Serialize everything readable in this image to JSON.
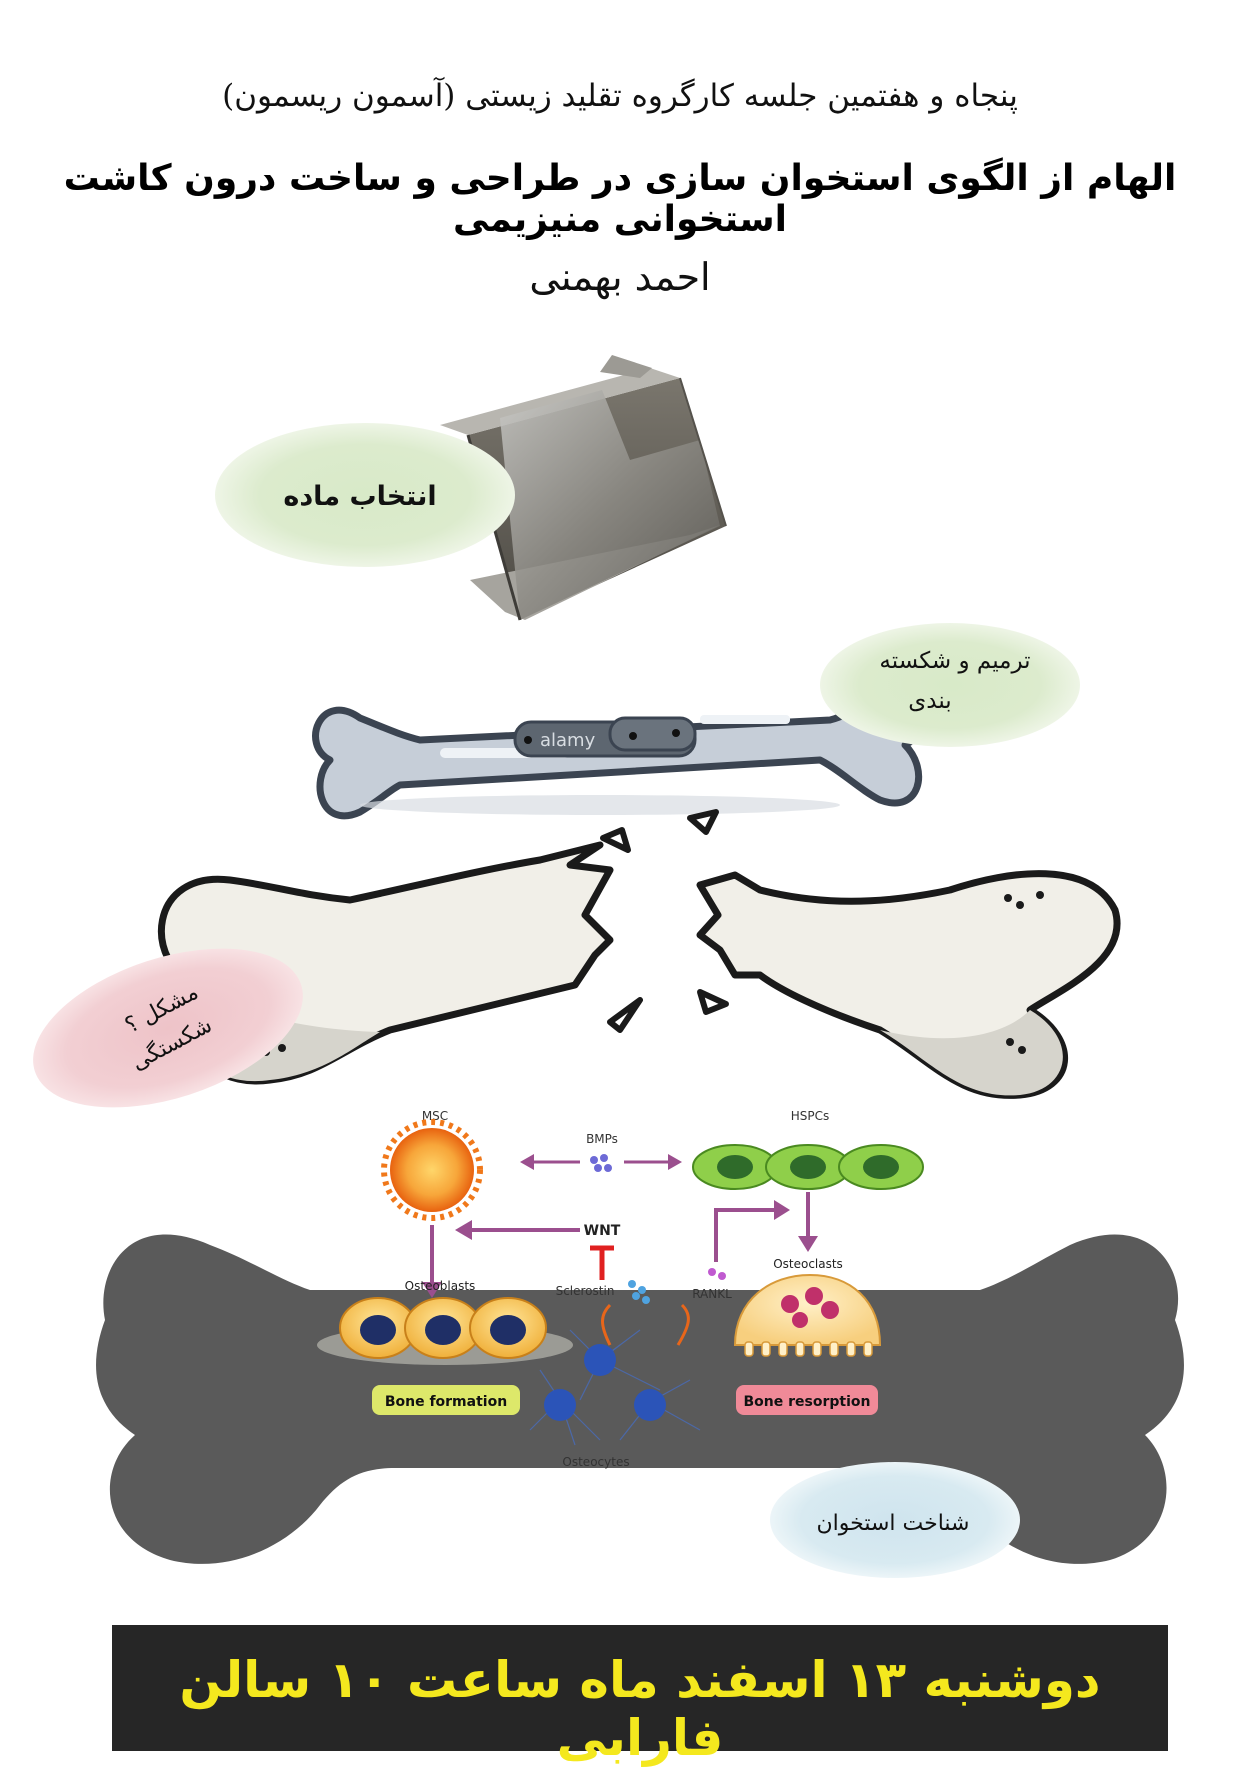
{
  "header": {
    "session": "پنجاه و هفتمین جلسه کارگروه تقلید زیستی (آسمون ریسمون)",
    "title": "الهام از الگوی استخوان سازی در طراحی و ساخت درون کاشت استخوانی منیزیمی",
    "author": "احمد بهمنی"
  },
  "bubbles": {
    "material": "انتخاب ماده",
    "repair_line1": "ترمیم و شکسته",
    "repair_line2": "بندی",
    "problem_line1": "مشکل ؟",
    "problem_line2": "شکستگی",
    "structure": "شناخت استخوان"
  },
  "watermark": "alamy",
  "diagram": {
    "msc": "MSC",
    "hspcs": "HSPCs",
    "bmps": "BMPs",
    "wnt": "WNT",
    "sclerostin": "Sclerostin",
    "rankl": "RANKL",
    "osteoblasts": "Osteoblasts",
    "osteoclasts": "Osteoclasts",
    "osteocytes": "Osteocytes",
    "bone_formation": "Bone formation",
    "bone_resorption": "Bone resorption"
  },
  "banner": {
    "text": "دوشنبه ۱۳ اسفند ماه  ساعت ۱۰ سالن فارابی"
  },
  "colors": {
    "banner_bg": "#262626",
    "banner_text": "#f4e81e",
    "bubble_green": "#d6e8c4",
    "bubble_pink": "#f0c8cc",
    "bubble_blue": "#d2e6ef",
    "arrow_purple": "#9b4f8e",
    "bone_formation_tag": "#dde86a",
    "bone_resorption_tag": "#f08a98"
  }
}
